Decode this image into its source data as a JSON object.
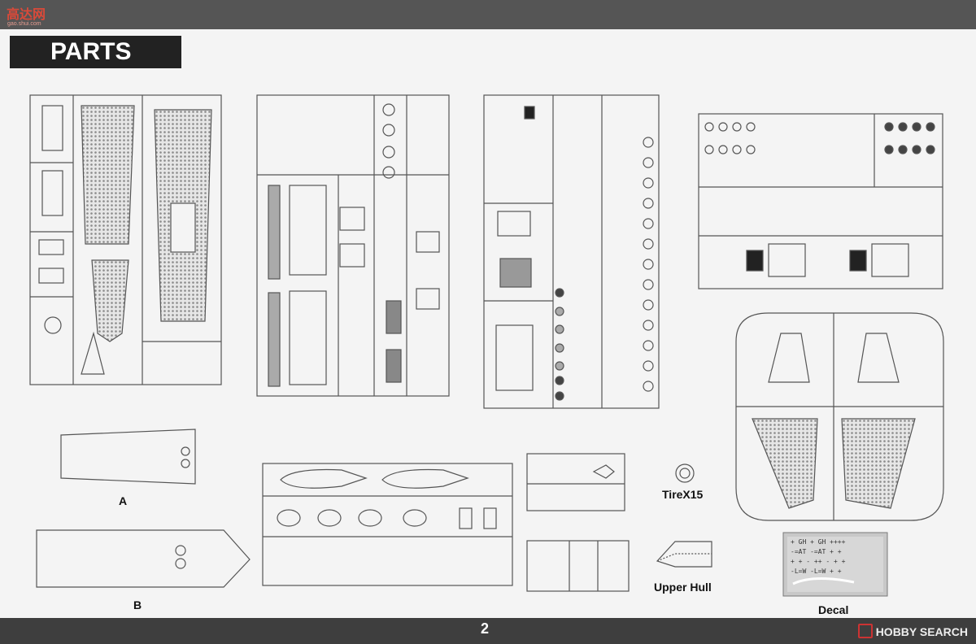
{
  "watermark": {
    "site": "高达网",
    "url": "gao.shui.com"
  },
  "header": {
    "title": "PARTS"
  },
  "labels": {
    "sprue_a": "A",
    "sprue_b": "B",
    "tire": "TireX15",
    "upper_hull": "Upper Hull",
    "decal": "Decal"
  },
  "footer": {
    "page_number": "2",
    "brand": "HOBBY SEARCH"
  }
}
